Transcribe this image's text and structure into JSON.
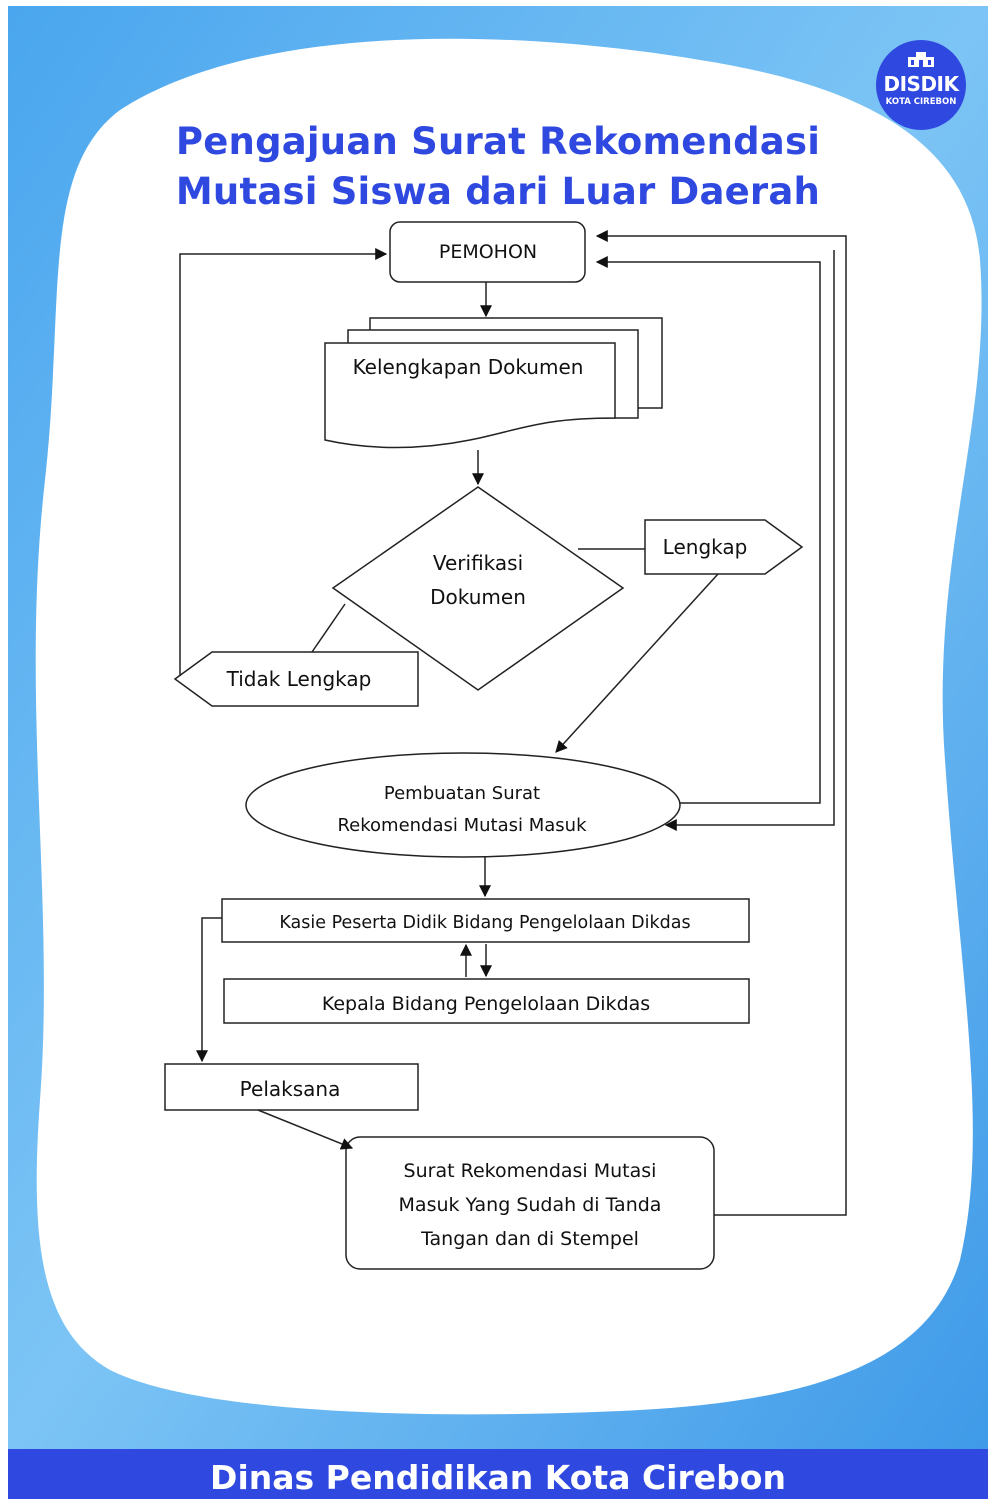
{
  "title": {
    "line1": "Pengajuan Surat Rekomendasi",
    "line2": "Mutasi Siswa dari Luar Daerah"
  },
  "logo": {
    "name": "DISDIK",
    "sub": "KOTA CIREBON",
    "icon": "building-icon"
  },
  "footer": "Dinas Pendidikan Kota Cirebon",
  "flow": {
    "pemohon": "PEMOHON",
    "kelengkapan": "Kelengkapan Dokumen",
    "verifikasi_line1": "Verifikasi",
    "verifikasi_line2": "Dokumen",
    "lengkap": "Lengkap",
    "tidak_lengkap": "Tidak Lengkap",
    "pembuatan_line1": "Pembuatan Surat",
    "pembuatan_line2": "Rekomendasi Mutasi Masuk",
    "kasie": "Kasie Peserta Didik Bidang Pengelolaan Dikdas",
    "kepala": "Kepala Bidang Pengelolaan Dikdas",
    "pelaksana": "Pelaksana",
    "surat_line1": "Surat Rekomendasi Mutasi",
    "surat_line2": "Masuk Yang Sudah di Tanda",
    "surat_line3": "Tangan dan di Stempel"
  },
  "colors": {
    "brand": "#2f49e0",
    "background_wave": "#5aaef0"
  }
}
